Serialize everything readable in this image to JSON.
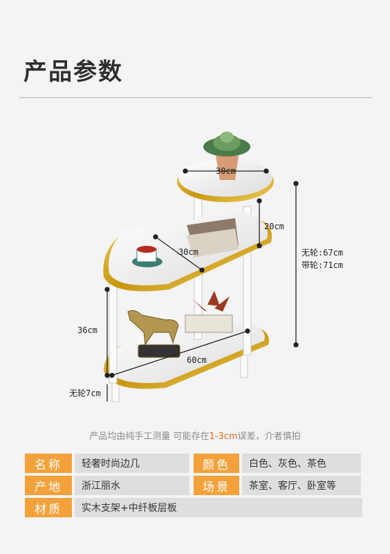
{
  "header": {
    "title": "产品参数"
  },
  "dimensions": {
    "top_width": "30cm",
    "upper_gap": "20cm",
    "middle_width": "30cm",
    "total_height_no_wheel": "无轮:67cm",
    "total_height_wheel": "带轮:71cm",
    "lower_gap": "36cm",
    "bottom_width": "60cm",
    "leg_no_wheel": "无轮7cm"
  },
  "note": {
    "prefix": "产品均由纯手工测量 可能存在",
    "highlight": "1-3cm",
    "suffix": "误差，介者慎拍",
    "highlight_color": "#e66c1b"
  },
  "specs": {
    "name_label": "名称",
    "name_value": "轻奢时尚边几",
    "color_label": "颜色",
    "color_value": "白色、灰色、茶色",
    "origin_label": "产地",
    "origin_value": "浙江丽水",
    "scene_label": "场景",
    "scene_value": "茶室、客厅、卧室等",
    "material_label": "材质",
    "material_value": "实木支架+中纤板层板"
  },
  "colors": {
    "label_bg": "#f3a13a",
    "value_bg": "#dedede",
    "gold": "#d4a017"
  }
}
